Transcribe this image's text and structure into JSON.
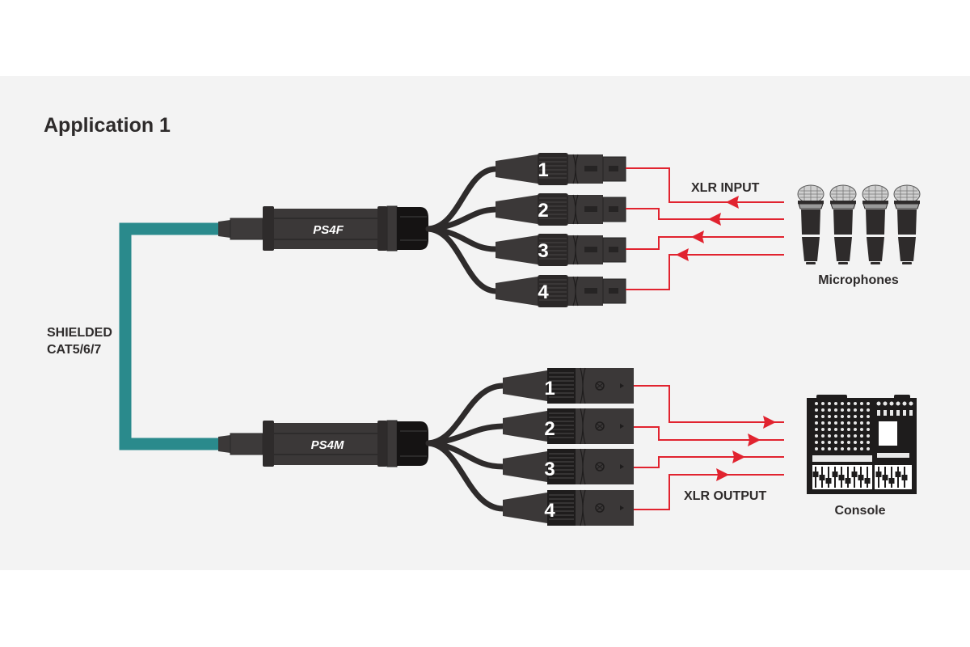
{
  "title": "Application 1",
  "cable_label_line1": "SHIELDED",
  "cable_label_line2": "CAT5/6/7",
  "colors": {
    "background_panel": "#f3f3f3",
    "cable": "#2a8a8c",
    "signal": "#e1232f",
    "device": "#3b3838",
    "text": "#2e2b2b"
  },
  "input_side": {
    "unit_label": "PS4F",
    "connector_type": "XLR female",
    "channels": [
      "1",
      "2",
      "3",
      "4"
    ],
    "signal_label": "XLR INPUT",
    "signal_direction": "from microphones to unit",
    "source_label": "Microphones",
    "source_count": 4
  },
  "output_side": {
    "unit_label": "PS4M",
    "connector_type": "XLR male",
    "channels": [
      "1",
      "2",
      "3",
      "4"
    ],
    "signal_label": "XLR OUTPUT",
    "signal_direction": "from unit to console",
    "destination_label": "Console"
  }
}
